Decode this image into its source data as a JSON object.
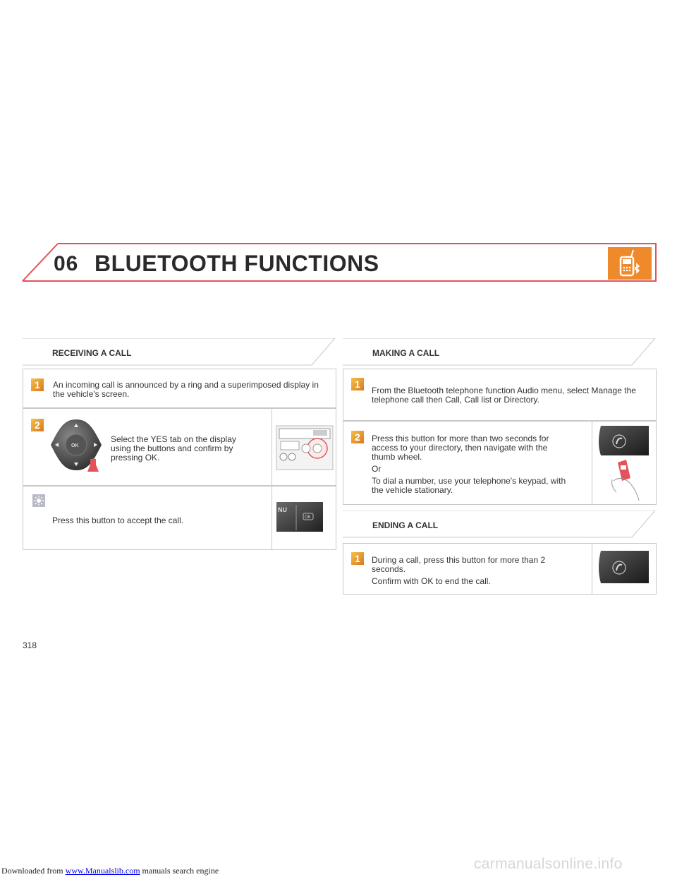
{
  "header": {
    "chapter_number": "06",
    "chapter_title": "BLUETOOTH FUNCTIONS",
    "icon": "bluetooth-phone-icon",
    "accent_color": "#e2545a"
  },
  "receiving": {
    "title": "RECEIVING A CALL",
    "step1": {
      "badge": "1",
      "text": "An incoming call is announced by a ring and a superimposed display in the vehicle's screen."
    },
    "step2": {
      "badge": "2",
      "text": "Select the YES tab on the display using the buttons and confirm by pressing OK."
    },
    "tip": {
      "icon": "lightbulb-icon",
      "text": "Press this button to accept the call."
    }
  },
  "making": {
    "title": "MAKING A CALL",
    "step1": {
      "badge": "1",
      "text": "From the Bluetooth telephone function Audio menu, select Manage the telephone call then Call, Call list or Directory."
    },
    "step2": {
      "badge": "2",
      "text1": "Press this button for more than two seconds for access to your directory, then navigate with the thumb wheel.",
      "text2": "Or",
      "text3": "To dial a number, use your telephone's keypad, with the vehicle stationary."
    }
  },
  "ending": {
    "title": "ENDING A CALL",
    "step1": {
      "badge": "1",
      "text1": "During a call, press this button for more than 2 seconds.",
      "text2": "Confirm with OK to end the call."
    }
  },
  "page_number": "318",
  "footer": {
    "prefix": "Downloaded from ",
    "link": "www.Manualslib.com",
    "suffix": " manuals search engine"
  },
  "watermark": "carmanualsonline.info"
}
